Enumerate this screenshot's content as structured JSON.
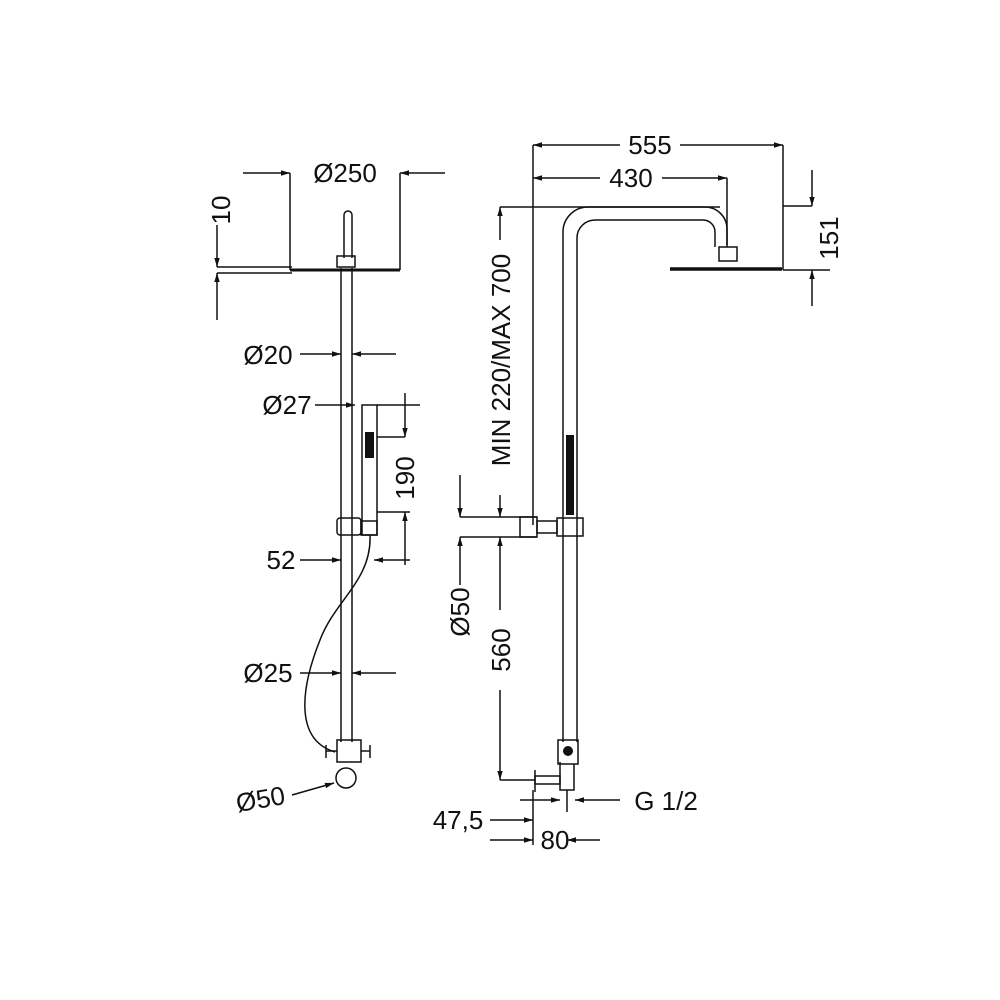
{
  "side_view": {
    "head_diameter": "Ø250",
    "head_thickness": "10",
    "pipe_upper_diameter": "Ø20",
    "hand_shower_diameter": "Ø27",
    "hand_shower_length": "190",
    "slider_offset": "52",
    "pipe_lower_diameter": "Ø25",
    "valve_diameter": "Ø50"
  },
  "front_view": {
    "overall_reach": "555",
    "arm_reach": "430",
    "head_height": "151",
    "adjustable_height": "MIN 220/MAX 700",
    "bracket_diameter": "Ø50",
    "bracket_height": "560",
    "connection_thread": "G 1/2",
    "wall_offset": "47,5",
    "inlet_spacing": "80"
  },
  "colors": {
    "line": "#111111",
    "background": "#ffffff"
  }
}
